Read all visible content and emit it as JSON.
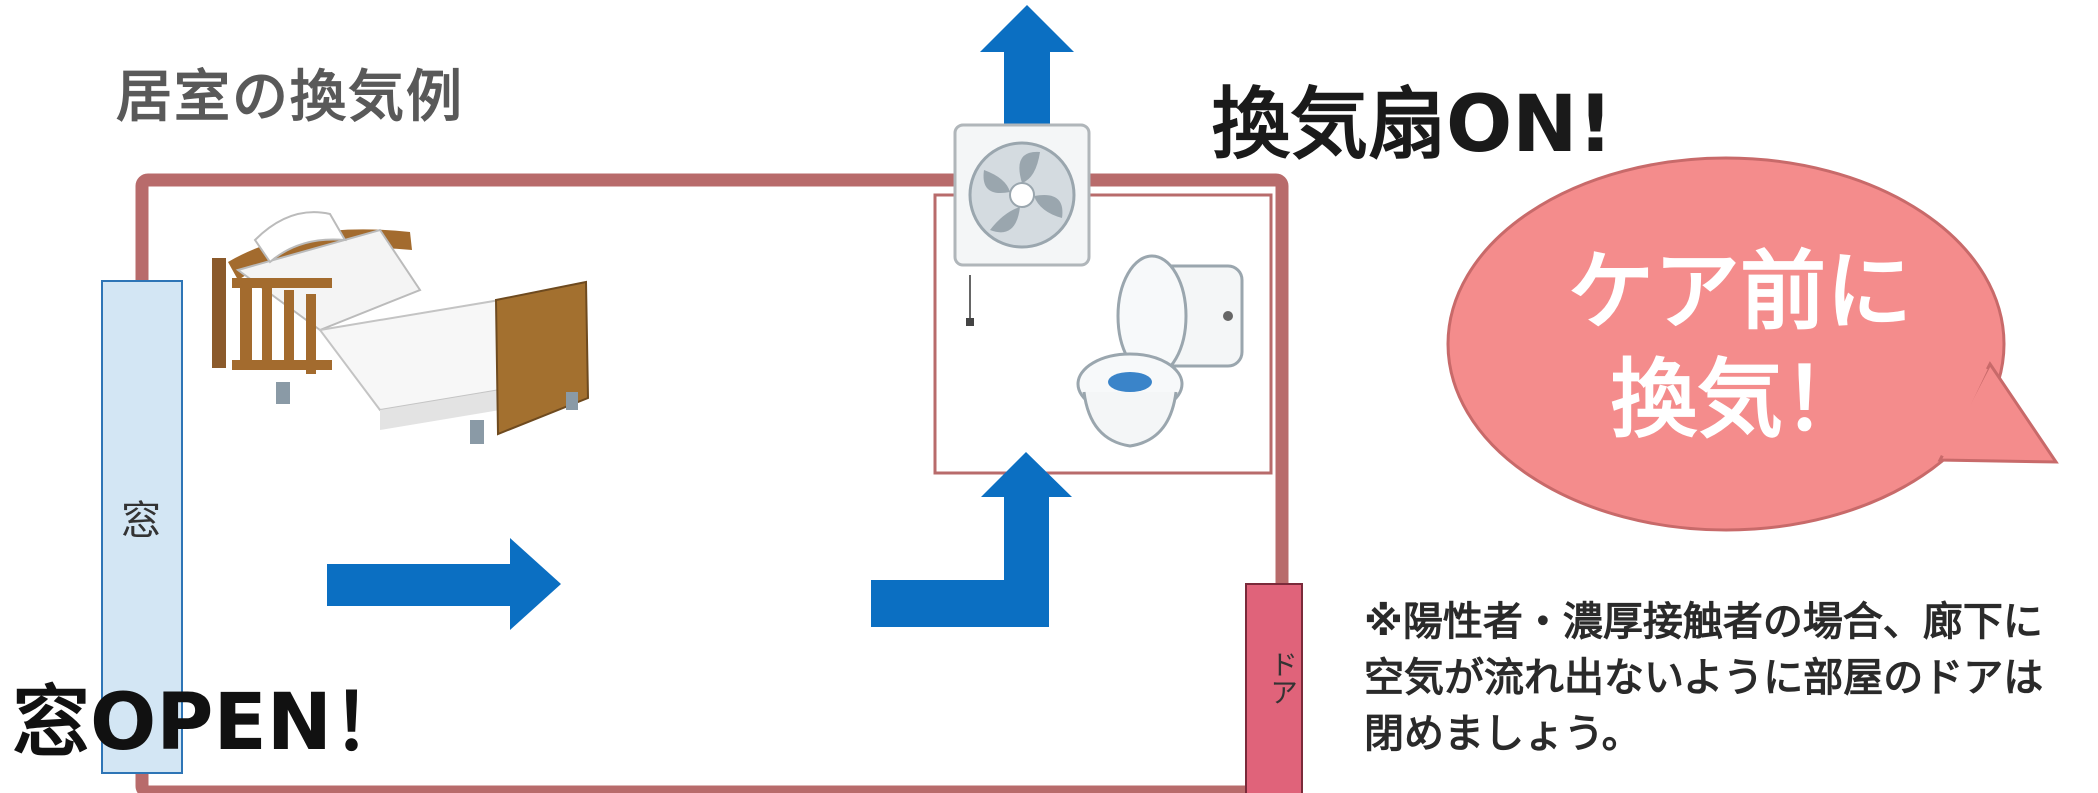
{
  "diagram": {
    "title": "居室の換気例",
    "fan_label": "換気扇ON!",
    "window_open_label": "窓OPEN！",
    "window_label": "窓",
    "door_label": "ドア",
    "bubble_text": "ケア前に\n換気！",
    "note": "※陽性者・濃厚接触者の場合、廊下に\n空気が流れ出ないように部屋のドアは\n閉めましょう。",
    "colors": {
      "wall": "#b86b6b",
      "arrow": "#0b6fc2",
      "window": "#d3e6f4",
      "door": "#e0637a",
      "bubble": "#f48c8c"
    },
    "icons": [
      "bed-icon",
      "ventilation-fan-icon",
      "toilet-icon"
    ]
  }
}
